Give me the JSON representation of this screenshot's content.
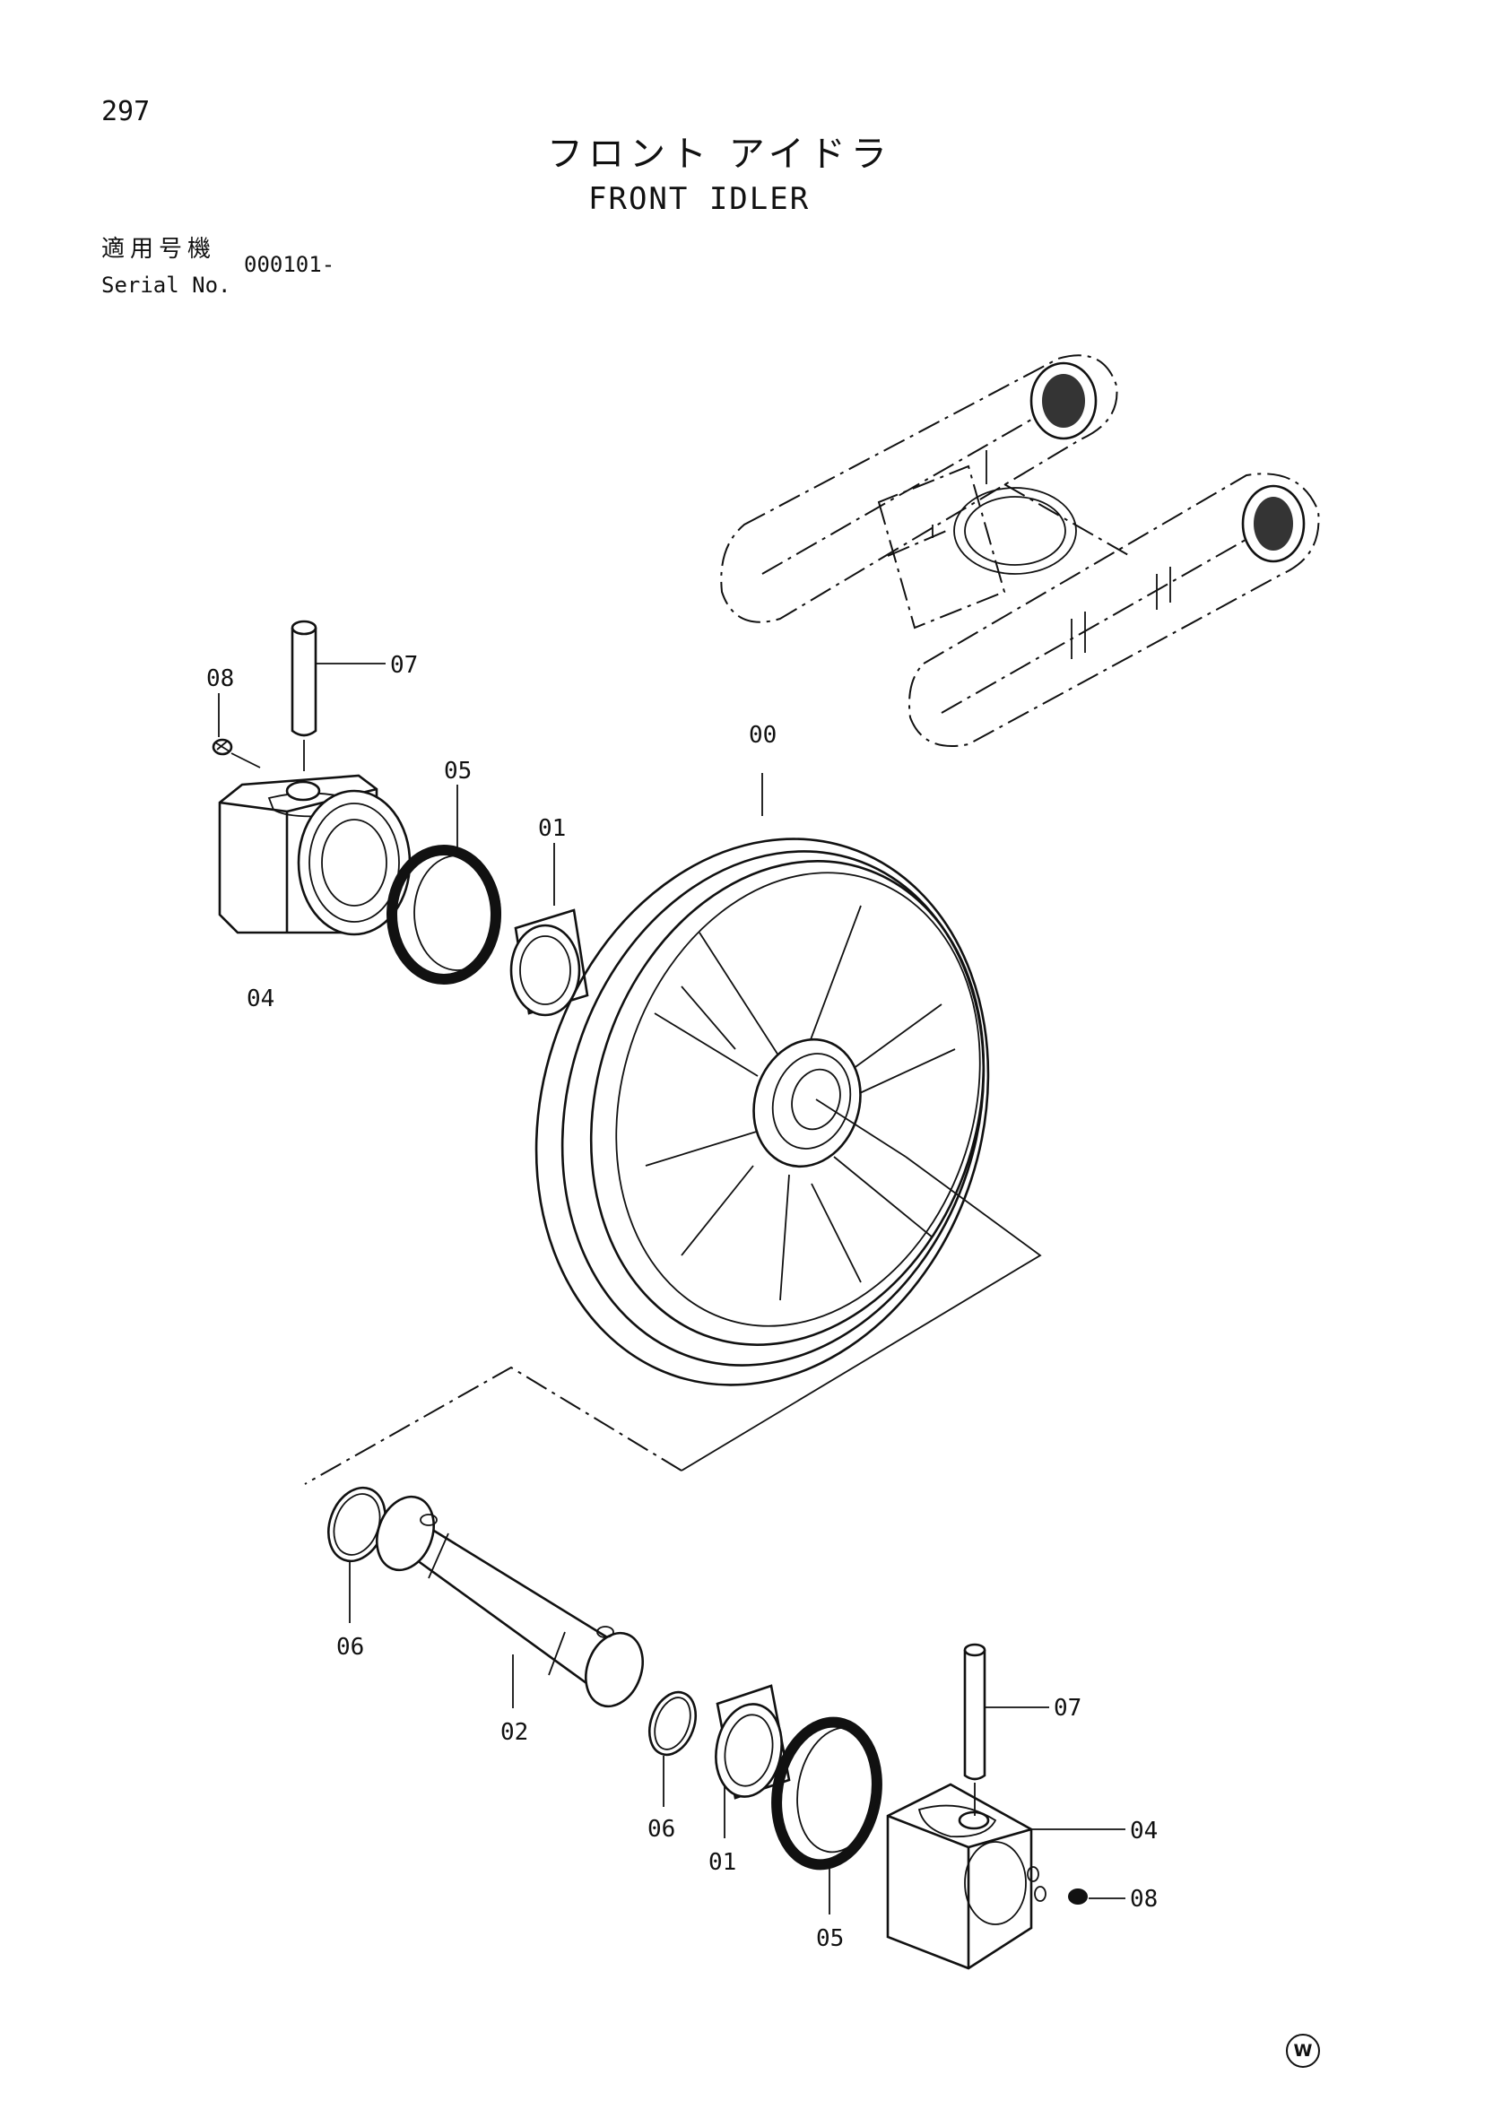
{
  "page": {
    "number": "297",
    "title_ja": "フロント アイドラ",
    "title_en": "FRONT IDLER",
    "serial_label_ja": "適用号機",
    "serial_label_en": "Serial No.",
    "serial_value": "000101-",
    "watermark": "W"
  },
  "diagram": {
    "callouts": [
      {
        "id": "left-07",
        "text": "07"
      },
      {
        "id": "left-08",
        "text": "08"
      },
      {
        "id": "left-05",
        "text": "05"
      },
      {
        "id": "left-01",
        "text": "01"
      },
      {
        "id": "left-04",
        "text": "04"
      },
      {
        "id": "wheel-00",
        "text": "00"
      },
      {
        "id": "left-06",
        "text": "06"
      },
      {
        "id": "shaft-02",
        "text": "02"
      },
      {
        "id": "right-06",
        "text": "06"
      },
      {
        "id": "right-01",
        "text": "01"
      },
      {
        "id": "right-05",
        "text": "05"
      },
      {
        "id": "right-07",
        "text": "07"
      },
      {
        "id": "right-04",
        "text": "04"
      },
      {
        "id": "right-08",
        "text": "08"
      }
    ]
  },
  "colors": {
    "ink": "#111111",
    "paper": "#ffffff"
  }
}
